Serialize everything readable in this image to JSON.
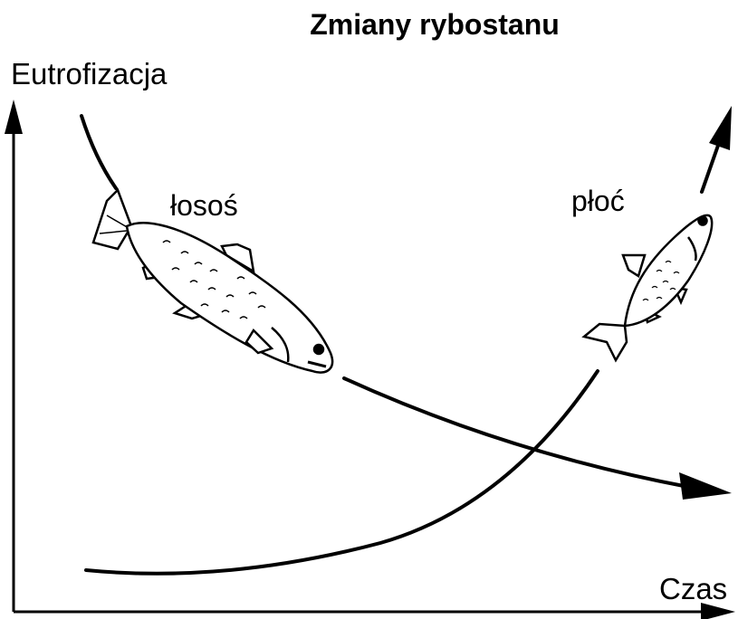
{
  "title": "Zmiany rybostanu",
  "y_axis_label": "Eutrofizacja",
  "x_axis_label": "Czas",
  "curves": [
    {
      "label": "łosoś",
      "trend": "decreasing",
      "icon": "salmon-icon"
    },
    {
      "label": "płoć",
      "trend": "increasing",
      "icon": "roach-icon"
    }
  ],
  "colors": {
    "ink": "#000000",
    "background": "#ffffff"
  }
}
